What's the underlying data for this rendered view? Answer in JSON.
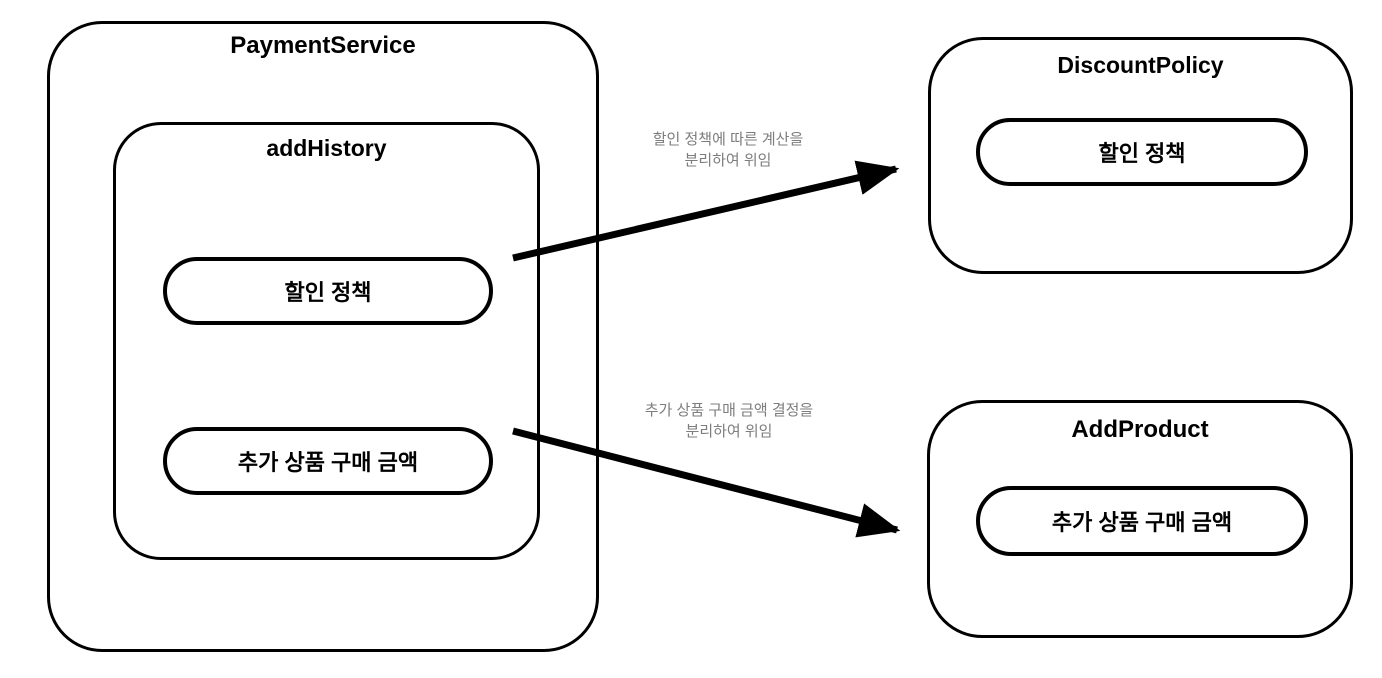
{
  "colors": {
    "stroke": "#000000",
    "background": "#ffffff",
    "label_text": "#7d7d7d"
  },
  "payment_service": {
    "title": "PaymentService"
  },
  "add_history": {
    "title": "addHistory",
    "pills": {
      "discount": "할인 정책",
      "add_amount": "추가 상품 구매 금액"
    }
  },
  "discount_policy": {
    "title": "DiscountPolicy",
    "pill": "할인 정책"
  },
  "add_product": {
    "title": "AddProduct",
    "pill": "추가 상품 구매 금액"
  },
  "arrows": {
    "discount": {
      "line1": "할인 정책에 따른 계산을",
      "line2": "분리하여 위임"
    },
    "add_product": {
      "line1": "추가 상품 구매 금액 결정을",
      "line2": "분리하여 위임"
    }
  }
}
